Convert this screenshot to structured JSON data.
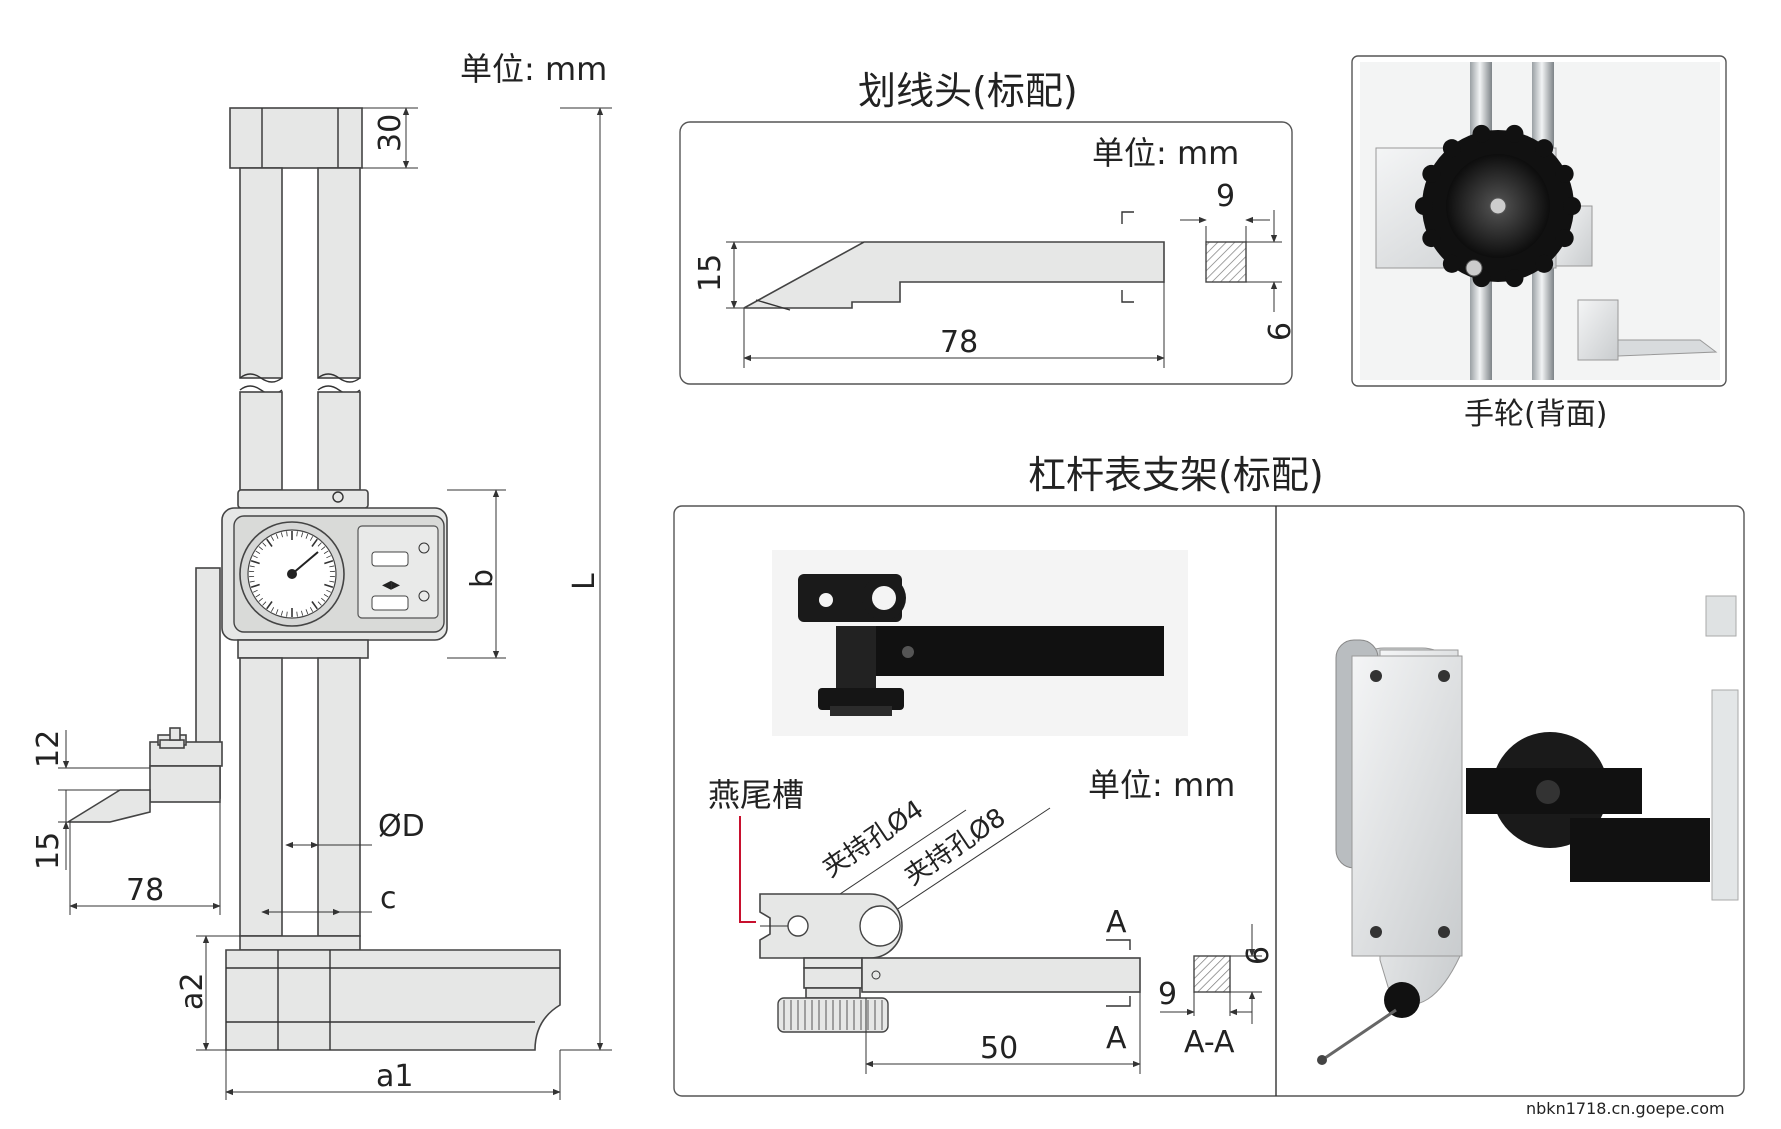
{
  "main_drawing": {
    "unit": "单位: mm",
    "dim_30": "30",
    "dim_L": "L",
    "dim_b": "b",
    "dim_12": "12",
    "dim_15": "15",
    "dim_78": "78",
    "dim_D": "ØD",
    "dim_c": "c",
    "dim_a2": "a2",
    "dim_a1": "a1"
  },
  "scriber_panel": {
    "title": "划线头(标配)",
    "unit": "单位: mm",
    "dim_15": "15",
    "dim_78": "78",
    "dim_9_top": "9",
    "dim_9_side": "9"
  },
  "handwheel_panel": {
    "caption": "手轮(背面)"
  },
  "lever_holder_panel": {
    "title": "杠杆表支架(标配)",
    "unit": "单位: mm",
    "dovetail_label": "燕尾槽",
    "clamp_hole_4": "夹持孔Ø4",
    "clamp_hole_8": "夹持孔Ø8",
    "section_mark_top": "A",
    "section_mark_bottom": "A",
    "dim_9_right": "9",
    "dim_9_left": "9",
    "dim_50": "50",
    "section_label": "A-A"
  },
  "watermark": "nbkn1718.cn.goepe.com",
  "colors": {
    "line": "#333333",
    "part_fill": "#e6e7e6",
    "leader_red": "#c8102e",
    "dark_part": "#1a1a1a"
  }
}
